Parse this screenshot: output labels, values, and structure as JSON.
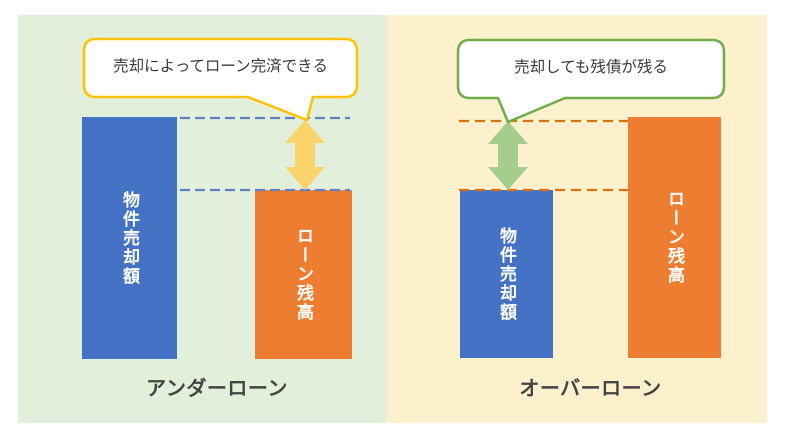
{
  "diagram": {
    "left_panel": {
      "title": "アンダーローン",
      "callout": "売却によってローン完済できる",
      "property_bar_label": "物件売却額",
      "loan_bar_label": "ローン残高"
    },
    "right_panel": {
      "title": "オーバーローン",
      "callout": "売却しても残債が残る",
      "property_bar_label": "物件売却額",
      "loan_bar_label": "ローン残高"
    },
    "colors": {
      "left_panel_bg": "#E2EFDA",
      "right_panel_bg": "#FDF0CC",
      "property_bar": "#4472C4",
      "loan_bar": "#ED7D31",
      "left_callout_border": "#FFC000",
      "right_callout_border": "#70AD47",
      "left_arrow": "#FAD46B",
      "right_arrow": "#A5CE8D",
      "left_dashed_line": "#5B83C4",
      "right_dashed_line": "#D9730D",
      "title_text": "#444444"
    }
  }
}
